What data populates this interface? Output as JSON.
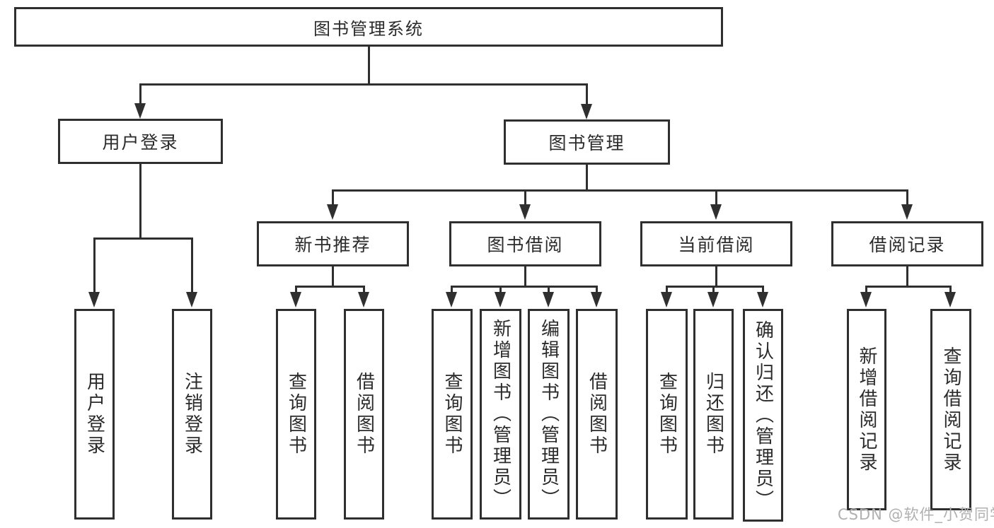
{
  "diagram_title": "图书管理系统",
  "tree": {
    "label": "图书管理系统",
    "children": [
      {
        "label": "用户登录",
        "children": [
          {
            "label": "用户登录"
          },
          {
            "label": "注销登录"
          }
        ]
      },
      {
        "label": "图书管理",
        "children": [
          {
            "label": "新书推荐",
            "children": [
              {
                "label": "查询图书"
              },
              {
                "label": "借阅图书"
              }
            ]
          },
          {
            "label": "图书借阅",
            "children": [
              {
                "label": "查询图书"
              },
              {
                "label": "新增图书（管理员）"
              },
              {
                "label": "编辑图书（管理员）"
              },
              {
                "label": "借阅图书"
              }
            ]
          },
          {
            "label": "当前借阅",
            "children": [
              {
                "label": "查询图书"
              },
              {
                "label": "归还图书"
              },
              {
                "label": "确认归还（管理员）"
              }
            ]
          },
          {
            "label": "借阅记录",
            "children": [
              {
                "label": "新增借阅记录"
              },
              {
                "label": "查询借阅记录"
              }
            ]
          }
        ]
      }
    ]
  },
  "watermark": {
    "text": "CSDN @软件_小贺同学"
  },
  "colors": {
    "line": "#2f2f2f",
    "text": "#2b2b2b",
    "watermark": "#b0b0b0",
    "background": "#ffffff"
  }
}
